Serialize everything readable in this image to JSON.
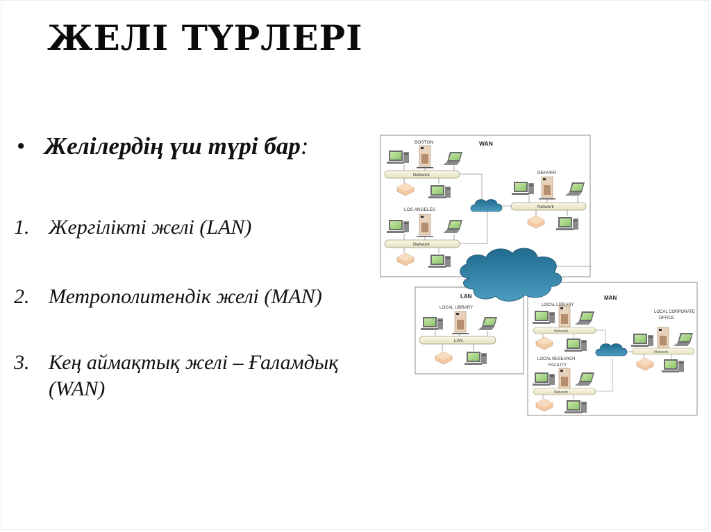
{
  "slide": {
    "title": "ЖЕЛІ ТҮРЛЕРІ",
    "bullet": {
      "marker": "•",
      "text": "Желілердің үш түрі бар",
      "colon": ":"
    },
    "list": [
      {
        "number": "1.",
        "text": "Жергілікті желі (LAN)"
      },
      {
        "number": "2.",
        "text": "Метрополитендік желі (MAN)"
      },
      {
        "number": "3.",
        "text": "Кең аймақтық желі – Ғаламдық (WAN)"
      }
    ]
  },
  "diagram": {
    "wan": {
      "label": "WAN",
      "sites": [
        {
          "name": "BOSTON",
          "network_label": "Network"
        },
        {
          "name": "DENVER",
          "network_label": "Network"
        },
        {
          "name": "LOS ANGELES",
          "network_label": "Network"
        }
      ]
    },
    "lan": {
      "label": "LAN",
      "sites": [
        {
          "name": "LOCAL LIBRARY",
          "network_label": "LAN"
        }
      ]
    },
    "man": {
      "label": "MAN",
      "sites": [
        {
          "name": "LOCAL LIBRARY",
          "network_label": "Network"
        },
        {
          "name": "LOCAL CORPORATE",
          "name2": "OFFICE",
          "network_label": "Network"
        },
        {
          "name": "LOCAL RESEARCH",
          "name2": "FACILITY",
          "network_label": "Network"
        }
      ]
    },
    "colors": {
      "cloud": "#2e7fa3",
      "cloud_dark": "#1d5d7c",
      "bus": "#f2efd6",
      "bus_stroke": "#9a9878",
      "screen": "#a8d88a",
      "server": "#e6cdb4",
      "printer": "#f0c9a6",
      "frame": "#8c8c8c"
    }
  }
}
